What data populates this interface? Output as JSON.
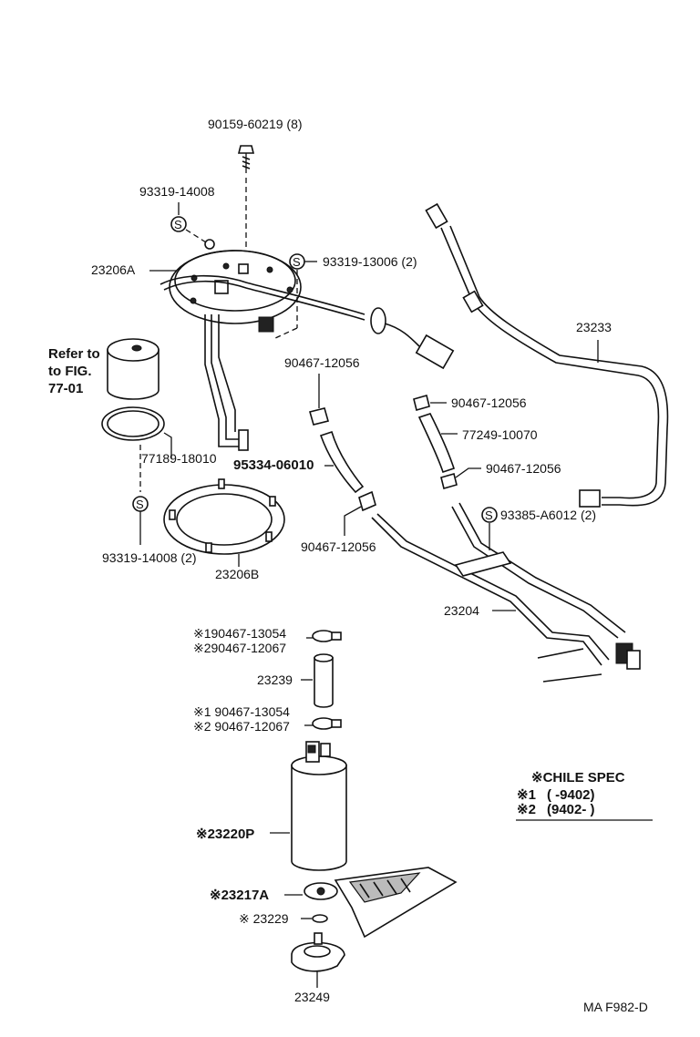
{
  "labels": {
    "bolt": "90159-60219 (8)",
    "sealer_top": "93319-14008",
    "plate_a": "23206A",
    "sealer_plate": "93319-13006 (2)",
    "refer_line1": "Refer to",
    "refer_line2": "to FIG.",
    "refer_line3": "77-01",
    "gasket_label": "77189-18010",
    "sealer_bottom": "93319-14008 (2)",
    "plate_b": "23206B",
    "clamp_left_upper": "90467-12056",
    "hose_left": "95334-06010",
    "clamp_left_lower": "90467-12056",
    "clamp_right_upper": "90467-12056",
    "hose_right": "77249-10070",
    "clamp_right_lower": "90467-12056",
    "sealer_tube": "93385-A6012 (2)",
    "tube_right": "23233",
    "tube_assy": "23204",
    "clamp_pump_top_1": "※190467-13054",
    "clamp_pump_top_2": "※290467-12067",
    "hose_pump": "23239",
    "clamp_pump_bot_1": "※1 90467-13054",
    "clamp_pump_bot_2": "※2 90467-12067",
    "pump": "※23220P",
    "filter": "※23217A",
    "washer": "※ 23229",
    "cushion": "23249",
    "footer_code": "MA  F982-D",
    "sealer_symbol": "S"
  },
  "legend": {
    "title": "※CHILE SPEC",
    "row1_mark": "※1",
    "row1_range": "(        -9402)",
    "row2_mark": "※2",
    "row2_range": "(9402-        )"
  }
}
